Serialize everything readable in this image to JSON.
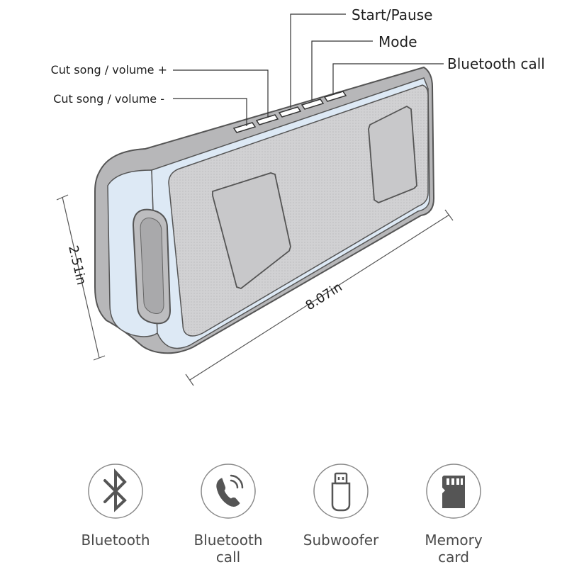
{
  "callouts": {
    "start_pause": "Start/Pause",
    "mode": "Mode",
    "bluetooth_call": "Bluetooth call",
    "volume_up": "Cut song / volume +",
    "volume_down": "Cut song / volume -"
  },
  "dimensions": {
    "height": "2.51in",
    "width": "8.07in"
  },
  "features": [
    {
      "label": "Bluetooth",
      "icon": "bluetooth-icon"
    },
    {
      "label": "Bluetooth call",
      "icon": "phone-call-icon"
    },
    {
      "label": "Subwoofer",
      "icon": "usb-drive-icon"
    },
    {
      "label": "Memory card",
      "icon": "memory-card-icon"
    }
  ],
  "colors": {
    "body": "#b7b7b9",
    "grille": "#d1d1d3",
    "accent": "#dde9f5",
    "outline": "#555555",
    "text": "#1e1e1e"
  }
}
